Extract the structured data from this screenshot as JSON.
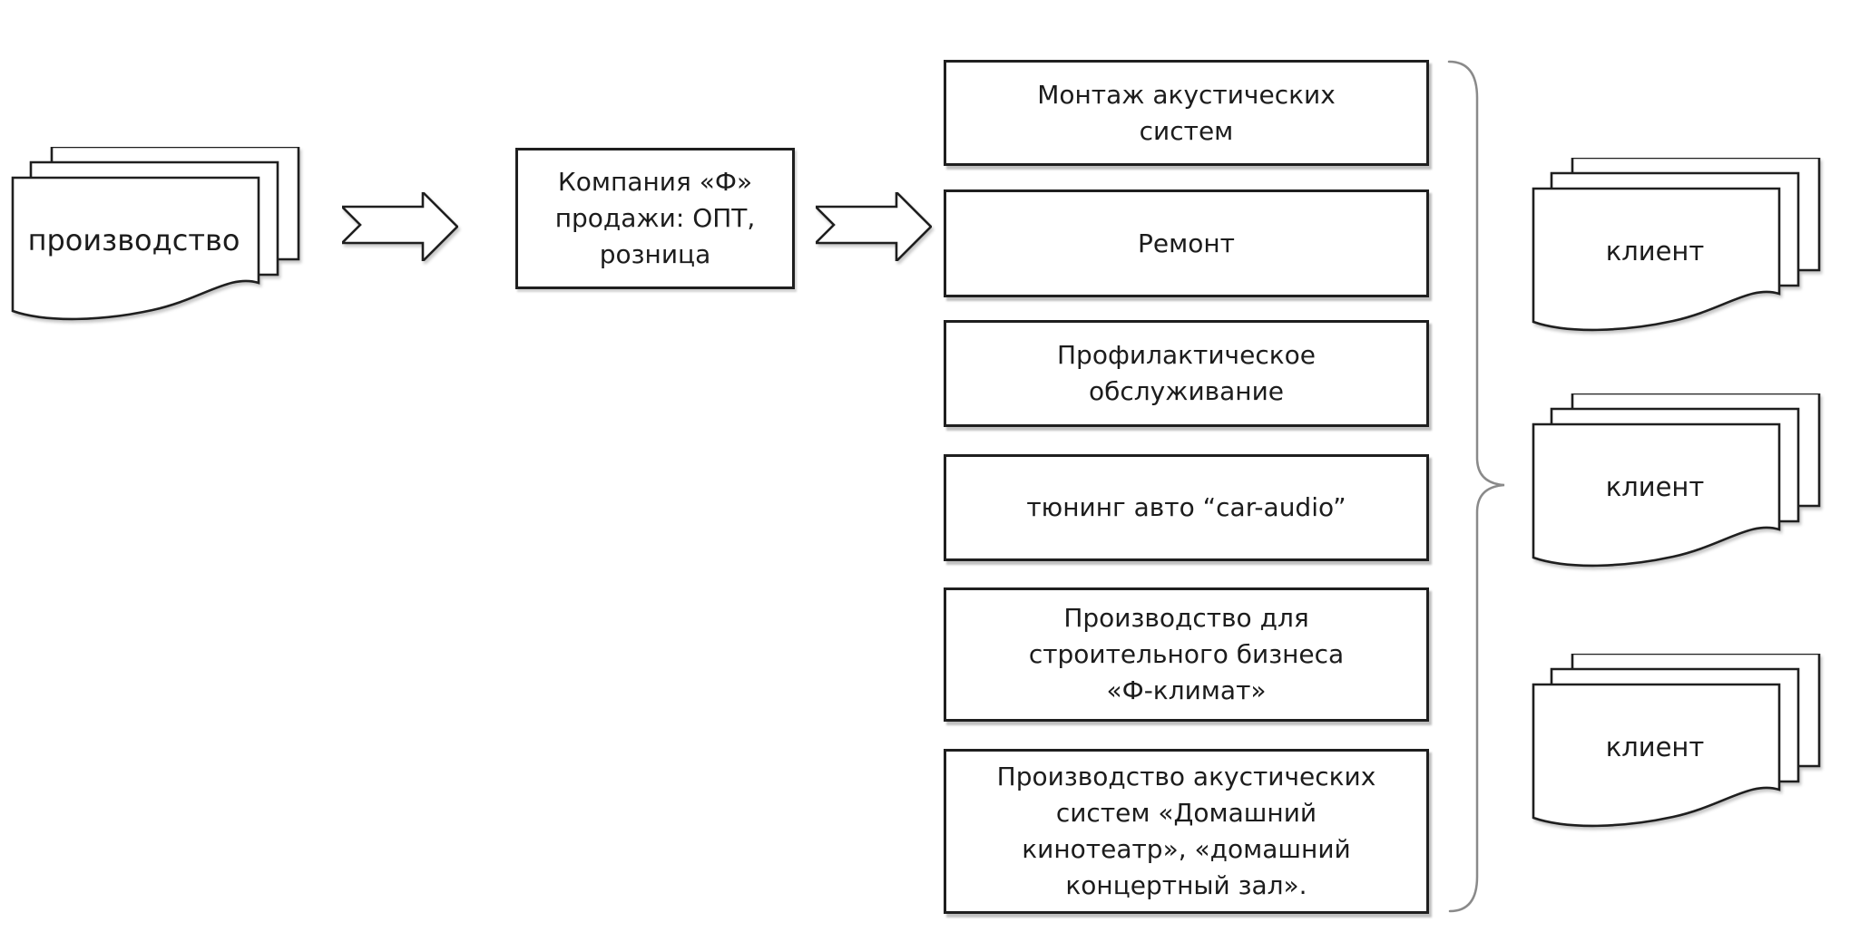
{
  "colors": {
    "background": "#ffffff",
    "outline": "#1f1f1f",
    "brace": "#8a8a8a",
    "text": "#1c1c1c"
  },
  "flow": {
    "production": {
      "label": "производство"
    },
    "company": {
      "label": "Компания «Ф»\nпродажи: ОПТ,\nрозница"
    },
    "services": [
      {
        "label": "Монтаж акустических\nсистем"
      },
      {
        "label": "Ремонт"
      },
      {
        "label": "Профилактическое\nобслуживание"
      },
      {
        "label": "тюнинг авто “car-audio”"
      },
      {
        "label": "Производство для\nстроительного бизнеса\n«Ф-климат»"
      },
      {
        "label": "Производство акустических\nсистем «Домашний\nкинотеатр», «домашний\nконцертный зал»."
      }
    ],
    "clients": [
      {
        "label": "клиент"
      },
      {
        "label": "клиент"
      },
      {
        "label": "клиент"
      }
    ]
  }
}
